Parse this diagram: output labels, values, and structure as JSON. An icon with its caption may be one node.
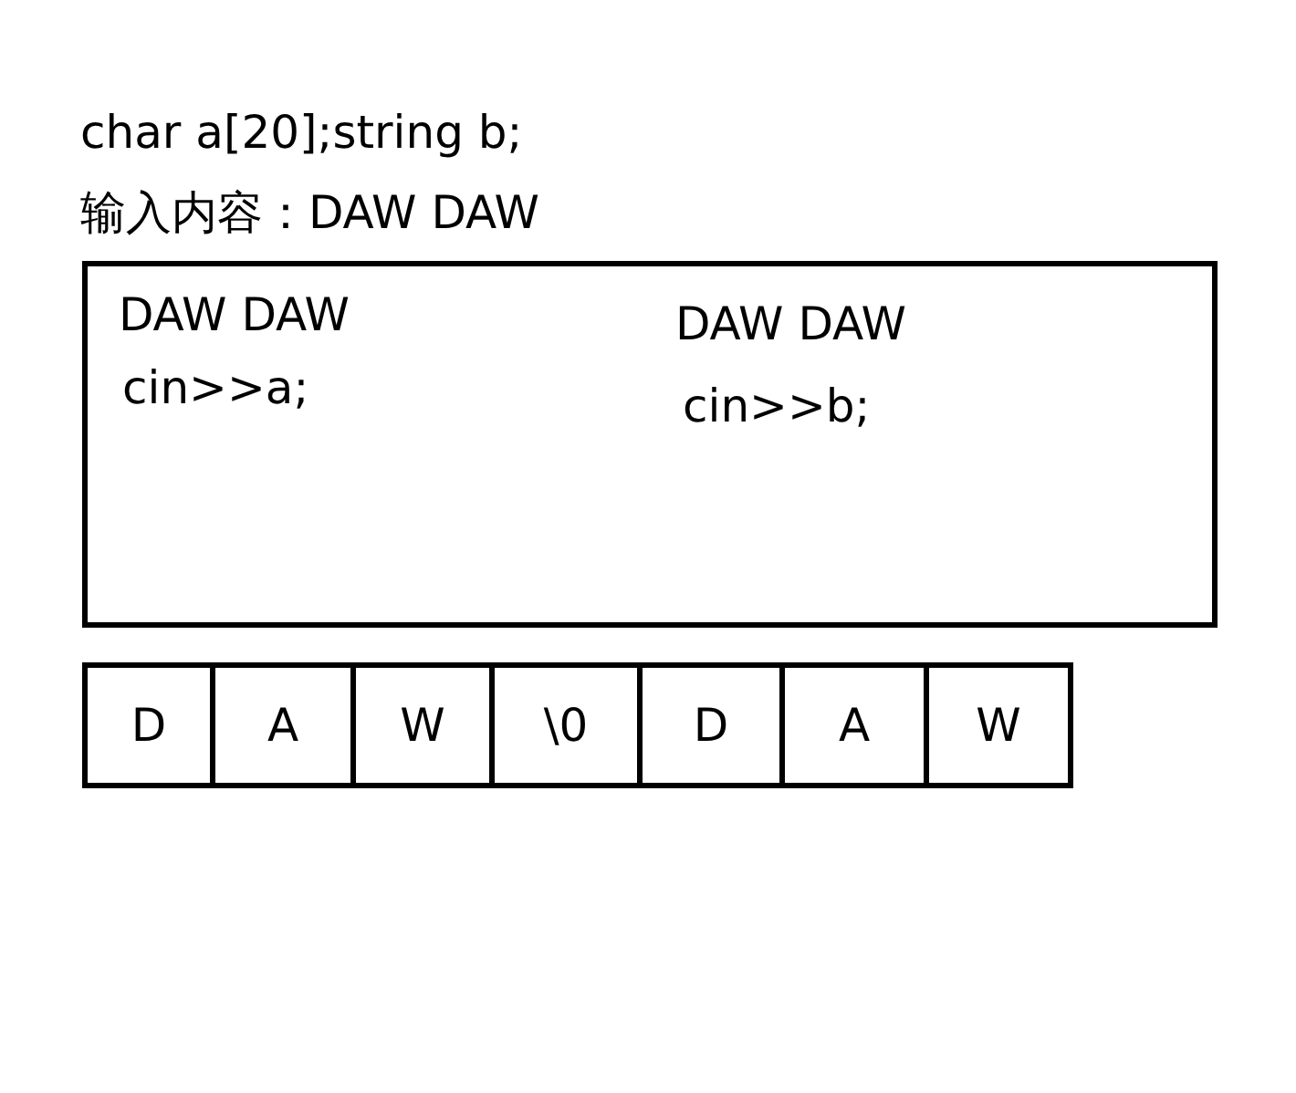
{
  "diagram": {
    "nodes": [
      {
        "text": [
          "DAW DAW",
          "cin>>a;"
        ]
      },
      {
        "text": [
          "DAW DAW",
          "cin>>b;"
        ]
      },
      {
        "text": [
          "D"
        ]
      },
      {
        "text": [
          "A"
        ]
      },
      {
        "text": [
          "W"
        ]
      },
      {
        "text": [
          "\\0"
        ]
      },
      {
        "text": [
          "D"
        ]
      },
      {
        "text": [
          "A"
        ]
      },
      {
        "text": [
          "W"
        ]
      }
    ],
    "labels": [
      "char a[20];string b;",
      "输入内容：DAW DAW"
    ]
  }
}
